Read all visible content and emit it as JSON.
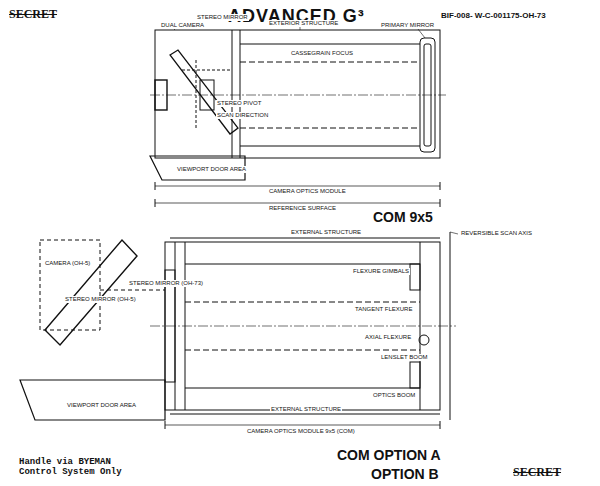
{
  "diagram": {
    "title": "ADVANCED G³",
    "labels": [
      "SECRET",
      "BIF-008- W-C-001175-OH-73",
      "DUAL CAMERA",
      "STEREO MIRROR",
      "EXTERIOR STRUCTURE",
      "PRIMARY MIRROR",
      "CASSEGRAIN FOCUS",
      "STEREO PIVOT",
      "SCAN DIRECTION",
      "VIEWPORT DOOR AREA",
      "CAMERA OPTICS MODULE",
      "REFERENCE SURFACE",
      "COM 9x5",
      "EXTERNAL STRUCTURE",
      "REVERSIBLE SCAN AXIS",
      "CAMERA (OH-5)",
      "STEREO MIRROR (OH-5)",
      "STEREO MIRROR (OH-73)",
      "FLEXURE GIMBALS",
      "TANGENT FLEXURE",
      "AXIAL FLEXURE",
      "LENSLET BOOM",
      "OPTICS BOOM",
      "EXTERNAL STRUCTURE",
      "VIEWPORT DOOR AREA",
      "CAMERA OPTICS MODULE 9x5 (COM)",
      "COM OPTION A",
      "OPTION B",
      "SECRET",
      "Handle via BYEMAN Control System Only"
    ]
  }
}
